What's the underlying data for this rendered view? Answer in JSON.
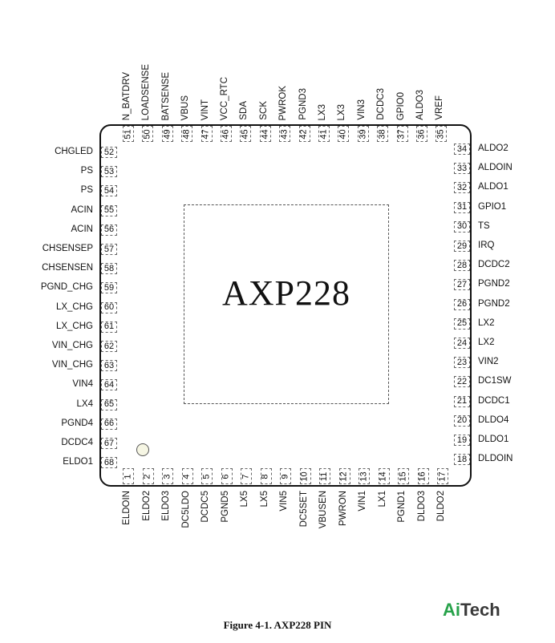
{
  "chip_name": "AXP228",
  "caption": "Figure 4-1.    AXP228 PIN",
  "brand": {
    "prefix": "Ai",
    "suffix": "Tech"
  },
  "pins_left": [
    {
      "num": "52",
      "name": "CHGLED"
    },
    {
      "num": "53",
      "name": "PS"
    },
    {
      "num": "54",
      "name": "PS"
    },
    {
      "num": "55",
      "name": "ACIN"
    },
    {
      "num": "56",
      "name": "ACIN"
    },
    {
      "num": "57",
      "name": "CHSENSEP"
    },
    {
      "num": "58",
      "name": "CHSENSEN"
    },
    {
      "num": "59",
      "name": "PGND_CHG"
    },
    {
      "num": "60",
      "name": "LX_CHG"
    },
    {
      "num": "61",
      "name": "LX_CHG"
    },
    {
      "num": "62",
      "name": "VIN_CHG"
    },
    {
      "num": "63",
      "name": "VIN_CHG"
    },
    {
      "num": "64",
      "name": "VIN4"
    },
    {
      "num": "65",
      "name": "LX4"
    },
    {
      "num": "66",
      "name": "PGND4"
    },
    {
      "num": "67",
      "name": "DCDC4"
    },
    {
      "num": "68",
      "name": "ELDO1"
    }
  ],
  "pins_right": [
    {
      "num": "34",
      "name": "ALDO2"
    },
    {
      "num": "33",
      "name": "ALDOIN"
    },
    {
      "num": "32",
      "name": "ALDO1"
    },
    {
      "num": "31",
      "name": "GPIO1"
    },
    {
      "num": "30",
      "name": "TS"
    },
    {
      "num": "29",
      "name": "IRQ"
    },
    {
      "num": "28",
      "name": "DCDC2"
    },
    {
      "num": "27",
      "name": "PGND2"
    },
    {
      "num": "26",
      "name": "PGND2"
    },
    {
      "num": "25",
      "name": "LX2"
    },
    {
      "num": "24",
      "name": "LX2"
    },
    {
      "num": "23",
      "name": "VIN2"
    },
    {
      "num": "22",
      "name": "DC1SW"
    },
    {
      "num": "21",
      "name": "DCDC1"
    },
    {
      "num": "20",
      "name": "DLDO4"
    },
    {
      "num": "19",
      "name": "DLDO1"
    },
    {
      "num": "18",
      "name": "DLDOIN"
    }
  ],
  "pins_top": [
    {
      "num": "51",
      "name": "N_BATDRV"
    },
    {
      "num": "50",
      "name": "LOADSENSE"
    },
    {
      "num": "49",
      "name": "BATSENSE"
    },
    {
      "num": "48",
      "name": "VBUS"
    },
    {
      "num": "47",
      "name": "VINT"
    },
    {
      "num": "46",
      "name": "VCC_RTC"
    },
    {
      "num": "45",
      "name": "SDA"
    },
    {
      "num": "44",
      "name": "SCK"
    },
    {
      "num": "43",
      "name": "PWROK"
    },
    {
      "num": "42",
      "name": "PGND3"
    },
    {
      "num": "41",
      "name": "LX3"
    },
    {
      "num": "40",
      "name": "LX3"
    },
    {
      "num": "39",
      "name": "VIN3"
    },
    {
      "num": "38",
      "name": "DCDC3"
    },
    {
      "num": "37",
      "name": "GPIO0"
    },
    {
      "num": "36",
      "name": "ALDO3"
    },
    {
      "num": "35",
      "name": "VREF"
    }
  ],
  "pins_bottom": [
    {
      "num": "1",
      "name": "ELDOIN"
    },
    {
      "num": "2",
      "name": "ELDO2"
    },
    {
      "num": "3",
      "name": "ELDO3"
    },
    {
      "num": "4",
      "name": "DC5LDO"
    },
    {
      "num": "5",
      "name": "DCDC5"
    },
    {
      "num": "6",
      "name": "PGND5"
    },
    {
      "num": "7",
      "name": "LX5"
    },
    {
      "num": "8",
      "name": "LX5"
    },
    {
      "num": "9",
      "name": "VIN5"
    },
    {
      "num": "10",
      "name": "DC5SET"
    },
    {
      "num": "11",
      "name": "VBUSEN"
    },
    {
      "num": "12",
      "name": "PWRON"
    },
    {
      "num": "13",
      "name": "VIN1"
    },
    {
      "num": "14",
      "name": "LX1"
    },
    {
      "num": "15",
      "name": "PGND1"
    },
    {
      "num": "16",
      "name": "DLDO3"
    },
    {
      "num": "17",
      "name": "DLDO2"
    }
  ]
}
